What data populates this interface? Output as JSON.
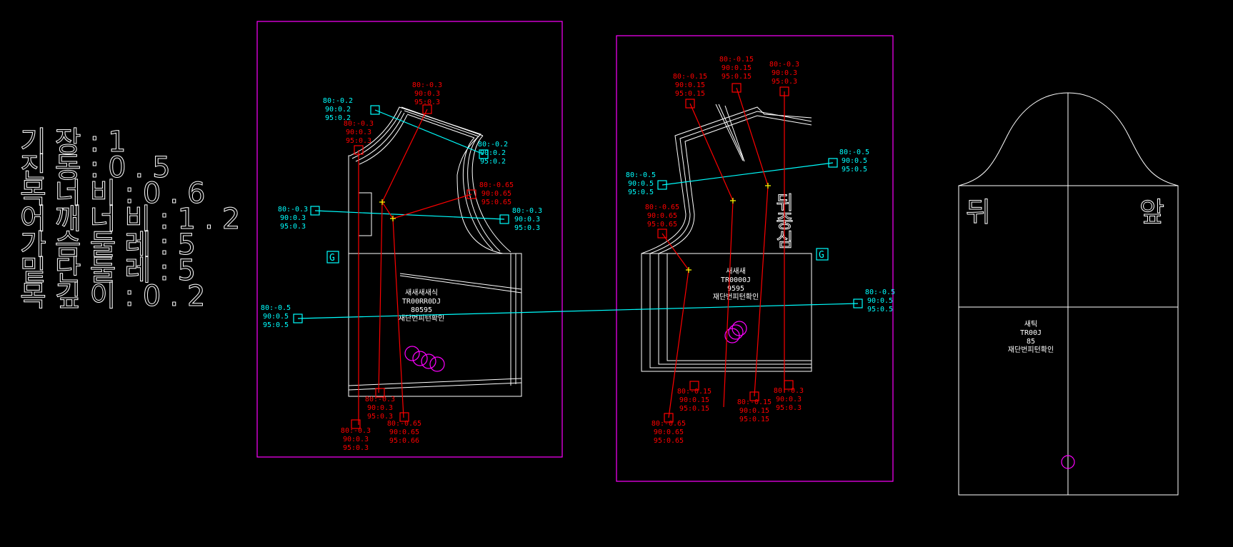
{
  "spec_labels": [
    "기장:1",
    "진동:0.5",
    "목너비:0.6",
    "어깨너비:1.2",
    "가슴둘레:5",
    "밑단둘레:5",
    "목깊이:0.2"
  ],
  "colors": {
    "frame": "#ff00ff",
    "grade_point": "#ff0000",
    "grade_line": "#00ffff",
    "pattern": "#ffffff",
    "marker": "#ffff00"
  },
  "front_panel": {
    "grain_marker": "G",
    "label_lines": [
      "새새새새식",
      "TR00RR0DJ",
      "80595",
      "재단번피턴확인"
    ],
    "annotations": [
      [
        "80:-0.2",
        "90:0.2",
        "95:0.2"
      ],
      [
        "80:-0.3",
        "90:0.3",
        "95:0.3"
      ],
      [
        "80:-0.3",
        "90:0.3",
        "95:0.3"
      ],
      [
        "80:-0.2",
        "90:0.2",
        "95:0.2"
      ],
      [
        "80:-0.65",
        "90:0.65",
        "95:0.65"
      ],
      [
        "80:-0.3",
        "90:0.3",
        "95:0.3"
      ],
      [
        "80:-0.3",
        "90:0.3",
        "95:0.3"
      ],
      [
        "80:-0.5",
        "90:0.5",
        "95:0.5"
      ],
      [
        "80:-0.3",
        "90:0.3",
        "95:0.3"
      ],
      [
        "80:-0.65",
        "90:0.65",
        "95:0.66"
      ],
      [
        "80:-0.3",
        "90:0.3",
        "95:0.3"
      ]
    ]
  },
  "back_panel": {
    "grain_marker": "G",
    "center_label": "뒤중심",
    "label_lines": [
      "새새새",
      "TR0000J",
      "9595",
      "재단번피턴확인"
    ],
    "annotations": [
      [
        "80:-0.15",
        "90:0.15",
        "95:0.15"
      ],
      [
        "80:-0.15",
        "90:0.15",
        "95:0.15"
      ],
      [
        "80:-0.3",
        "90:0.3",
        "95:0.3"
      ],
      [
        "80:-0.5",
        "90:0.5",
        "95:0.5"
      ],
      [
        "80:-0.5",
        "90:0.5",
        "95:0.5"
      ],
      [
        "80:-0.65",
        "90:0.65",
        "95:0.65"
      ],
      [
        "80:-0.5",
        "90:0.5",
        "95:0.5"
      ],
      [
        "80:-0.15",
        "90:0.15",
        "95:0.15"
      ],
      [
        "80:-0.15",
        "90:0.15",
        "95:0.15"
      ],
      [
        "80:-0.3",
        "90:0.3",
        "95:0.3"
      ],
      [
        "80:-0.65",
        "90:0.65",
        "95:0.65"
      ]
    ]
  },
  "sleeve": {
    "back_label": "뒤",
    "front_label": "앞",
    "label_lines": [
      "새틱",
      "TR00J",
      "85",
      "재단번피턴확인"
    ]
  }
}
